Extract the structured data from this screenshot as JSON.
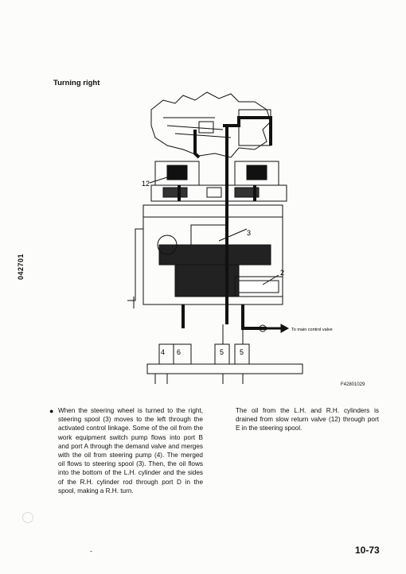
{
  "section_title": "Turning right",
  "side_code": "042701",
  "figure": {
    "code": "F42801029",
    "callouts": [
      "12",
      "3",
      "2",
      "4",
      "6",
      "5",
      "5"
    ],
    "to_main_control_valve": "To main control valve"
  },
  "bullet": "●",
  "left_column": "When the steering wheel is turned to the right, steering spool (3) moves to the left through the activated control linkage. Some of the oil from the work equipment switch pump flows into port B and port A through the demand valve and merges with the oil from steering pump (4). The merged oil flows to steering spool (3). Then, the oil flows into the bottom of the L.H. cylinder and the sides of the R.H. cylinder rod through port D in the spool, making a R.H. turn.",
  "right_column": "The oil from the L.H. and R.H. cylinders is drained from slow return valve (12) through port E in the steering spool.",
  "page_number": "10-73"
}
